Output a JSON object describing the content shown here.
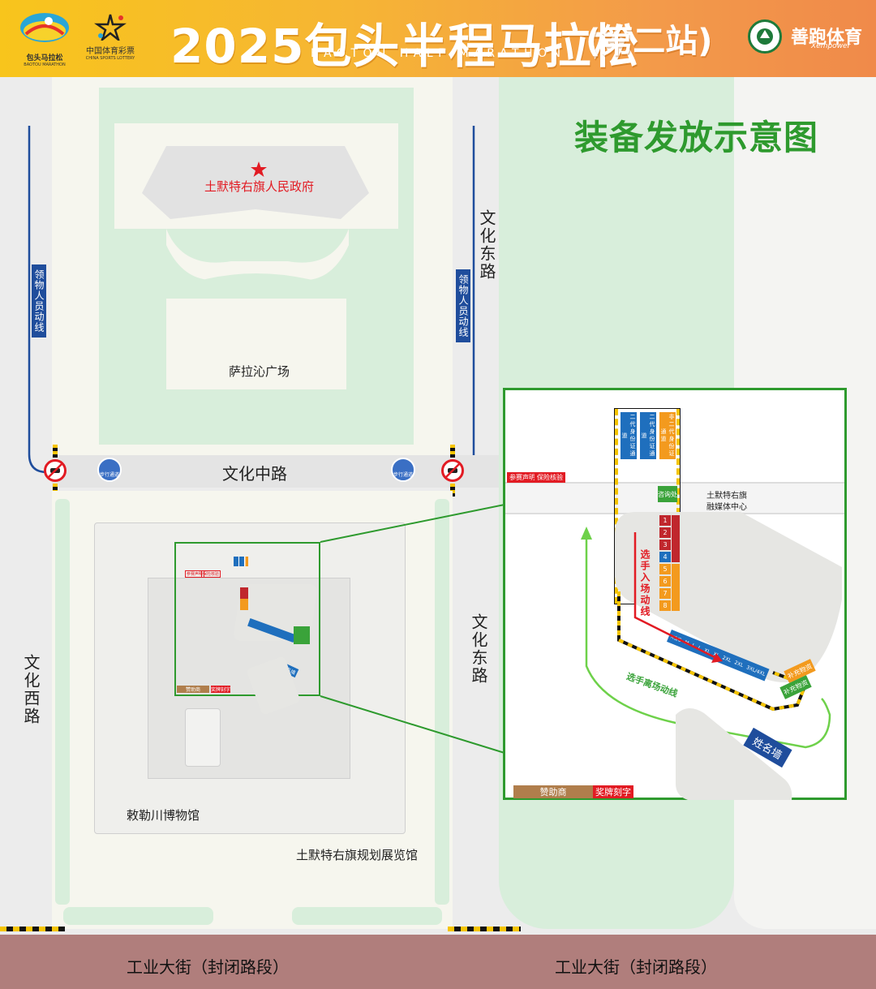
{
  "header": {
    "title": "2025包头半程马拉松",
    "title_en": "BAOTOU HALF MARATHON",
    "stage": "(第二站)",
    "logo_left_label": "包头马拉松",
    "logo_left_sub": "BAOTOU MARATHON",
    "lottery_label": "中国体育彩票",
    "lottery_sub": "CHINA SPORTS LOTTERY",
    "partner_logo": "善跑体育",
    "partner_sub": "Xempower"
  },
  "map": {
    "heading": "装备发放示意图",
    "government": "土默特右旗人民政府",
    "plaza": "萨拉沁广场",
    "road_middle": "文化中路",
    "road_east": "文化东路",
    "road_west": "文化西路",
    "route_left": "领物人员动线",
    "route_right": "领物人员动线",
    "walk_left": "步行通道",
    "walk_right": "步行通道",
    "museum": "敕勒川博物馆",
    "exhibition": "土默特右旗规划展览馆",
    "mini_sponsor": "赞助商",
    "mini_engrave": "奖牌刻字",
    "mini_tag1": "参赛声明",
    "mini_tag2": "保险核验",
    "mini_name_wall": "姓名墙",
    "colors": {
      "header_start": "#f8c51c",
      "header_end": "#f08a4a",
      "heading_green": "#2e9a2e",
      "road_blue": "#1f4d9c",
      "alert_red": "#e21b23",
      "footer": "#b07e7c"
    }
  },
  "inset": {
    "tag1": "参赛声明",
    "tag2": "保险核验",
    "lane1": "二代身份证通道",
    "lane2": "二代身份证通道",
    "lane3": "非二代身份证通道",
    "consult": "咨询处",
    "media_center_1": "土默特右旗",
    "media_center_2": "融媒体中心",
    "entry_route": "选手入场动线",
    "exit_route": "选手离场动线",
    "name_wall": "姓名墙",
    "sponsor": "赞助商",
    "engrave": "奖牌刻字",
    "numbers": [
      "1",
      "2",
      "3",
      "4",
      "5",
      "6",
      "7",
      "8"
    ],
    "sizes": [
      "XS/S",
      "M",
      "L",
      "L",
      "XL",
      "XL",
      "2XL",
      "2XL",
      "3XL/4XL"
    ],
    "finisher_1": "补充物资",
    "finisher_2": "补充物资"
  },
  "footer": {
    "left": "工业大街（封闭路段）",
    "right": "工业大街（封闭路段）"
  }
}
